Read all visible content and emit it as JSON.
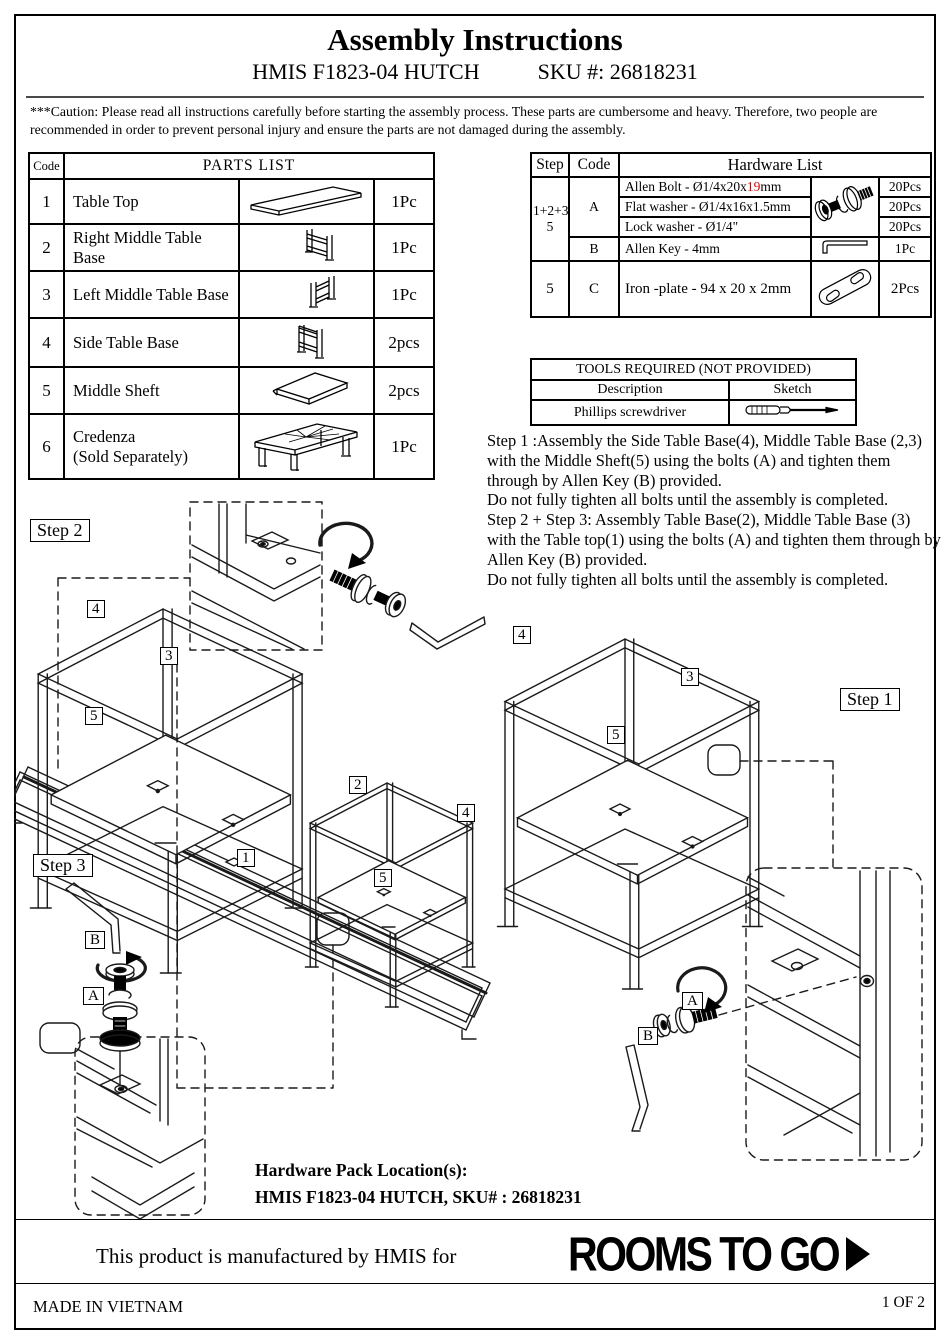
{
  "header": {
    "title": "Assembly Instructions",
    "product": "HMIS F1823-04 HUTCH",
    "sku": "SKU #: 26818231"
  },
  "caution": "***Caution: Please read all instructions carefully before starting the assembly process. These parts are cumbersome and heavy. Therefore, two people are recommended in order to prevent personal injury and ensure the parts are not damaged during the assembly.",
  "parts_list": {
    "code_header": "Code",
    "title": "PARTS LIST",
    "rows": [
      {
        "code": "1",
        "name": "Table Top",
        "qty": "1Pc"
      },
      {
        "code": "2",
        "name": "Right Middle Table Base",
        "qty": "1Pc"
      },
      {
        "code": "3",
        "name": "Left Middle Table Base",
        "qty": "1Pc"
      },
      {
        "code": "4",
        "name": "Side Table Base",
        "qty": "2pcs"
      },
      {
        "code": "5",
        "name": "Middle Sheft",
        "qty": "2pcs"
      },
      {
        "code": "6",
        "name": "Credenza",
        "name2": "(Sold Separately)",
        "qty": "1Pc"
      }
    ]
  },
  "hardware_list": {
    "step_header": "Step",
    "code_header": "Code",
    "title": "Hardware List",
    "group_a": {
      "step_line1": "1+2+3",
      "step_line2": "5",
      "code": "A",
      "items": [
        {
          "name_prefix": "Allen Bolt - Ø1/4x20x",
          "name_red": "19",
          "name_suffix": "mm",
          "qty": "20Pcs"
        },
        {
          "name": "Flat washer - Ø1/4x16x1.5mm",
          "qty": "20Pcs"
        },
        {
          "name": "Lock washer - Ø1/4\"",
          "qty": "20Pcs"
        }
      ]
    },
    "row_b": {
      "code": "B",
      "name": "Allen Key - 4mm",
      "qty": "1Pc"
    },
    "row_c": {
      "step": "5",
      "code": "C",
      "name": "Iron -plate - 94 x 20 x 2mm",
      "qty": "2Pcs"
    }
  },
  "tools": {
    "title": "TOOLS REQUIRED (NOT PROVIDED)",
    "description_header": "Description",
    "sketch_header": "Sketch",
    "row1_description": "Phillips screwdriver"
  },
  "instructions": {
    "step1": "Step 1 :Assembly the Side Table Base(4),  Middle Table Base (2,3) with the Middle Sheft(5) using the bolts (A) and tighten them through by Allen Key (B) provided.",
    "note1": "Do not fully tighten all bolts  until the assembly is completed.",
    "step23": "Step 2 + Step 3: Assembly Table Base(2),  Middle Table Base (3)  with the Table top(1) using the bolts (A) and tighten them through by Allen Key (B) provided.",
    "note2": "Do not fully tighten all bolts  until the assembly is completed."
  },
  "diagram": {
    "step1_label": "Step 1",
    "step2_label": "Step 2",
    "step3_label": "Step 3",
    "callouts": {
      "left_4": "4",
      "left_3": "3",
      "left_5": "5",
      "mid_2": "2",
      "mid_4": "4",
      "mid_1": "1",
      "mid_5": "5",
      "s3_b": "B",
      "s3_a": "A",
      "right_4": "4",
      "right_3": "3",
      "right_5": "5",
      "br_a": "A",
      "br_b": "B"
    }
  },
  "hardware_pack": {
    "line1": "Hardware Pack Location(s):",
    "line2": "HMIS F1823-04 HUTCH, SKU# : 26818231"
  },
  "footer": {
    "manufactured": "This product is manufactured by HMIS for",
    "brand": "ROOMS TO GO",
    "made_in": "MADE IN VIETNAM",
    "page": "1 OF 2"
  },
  "colors": {
    "accent_red": "#e60000",
    "ink": "#000000"
  }
}
